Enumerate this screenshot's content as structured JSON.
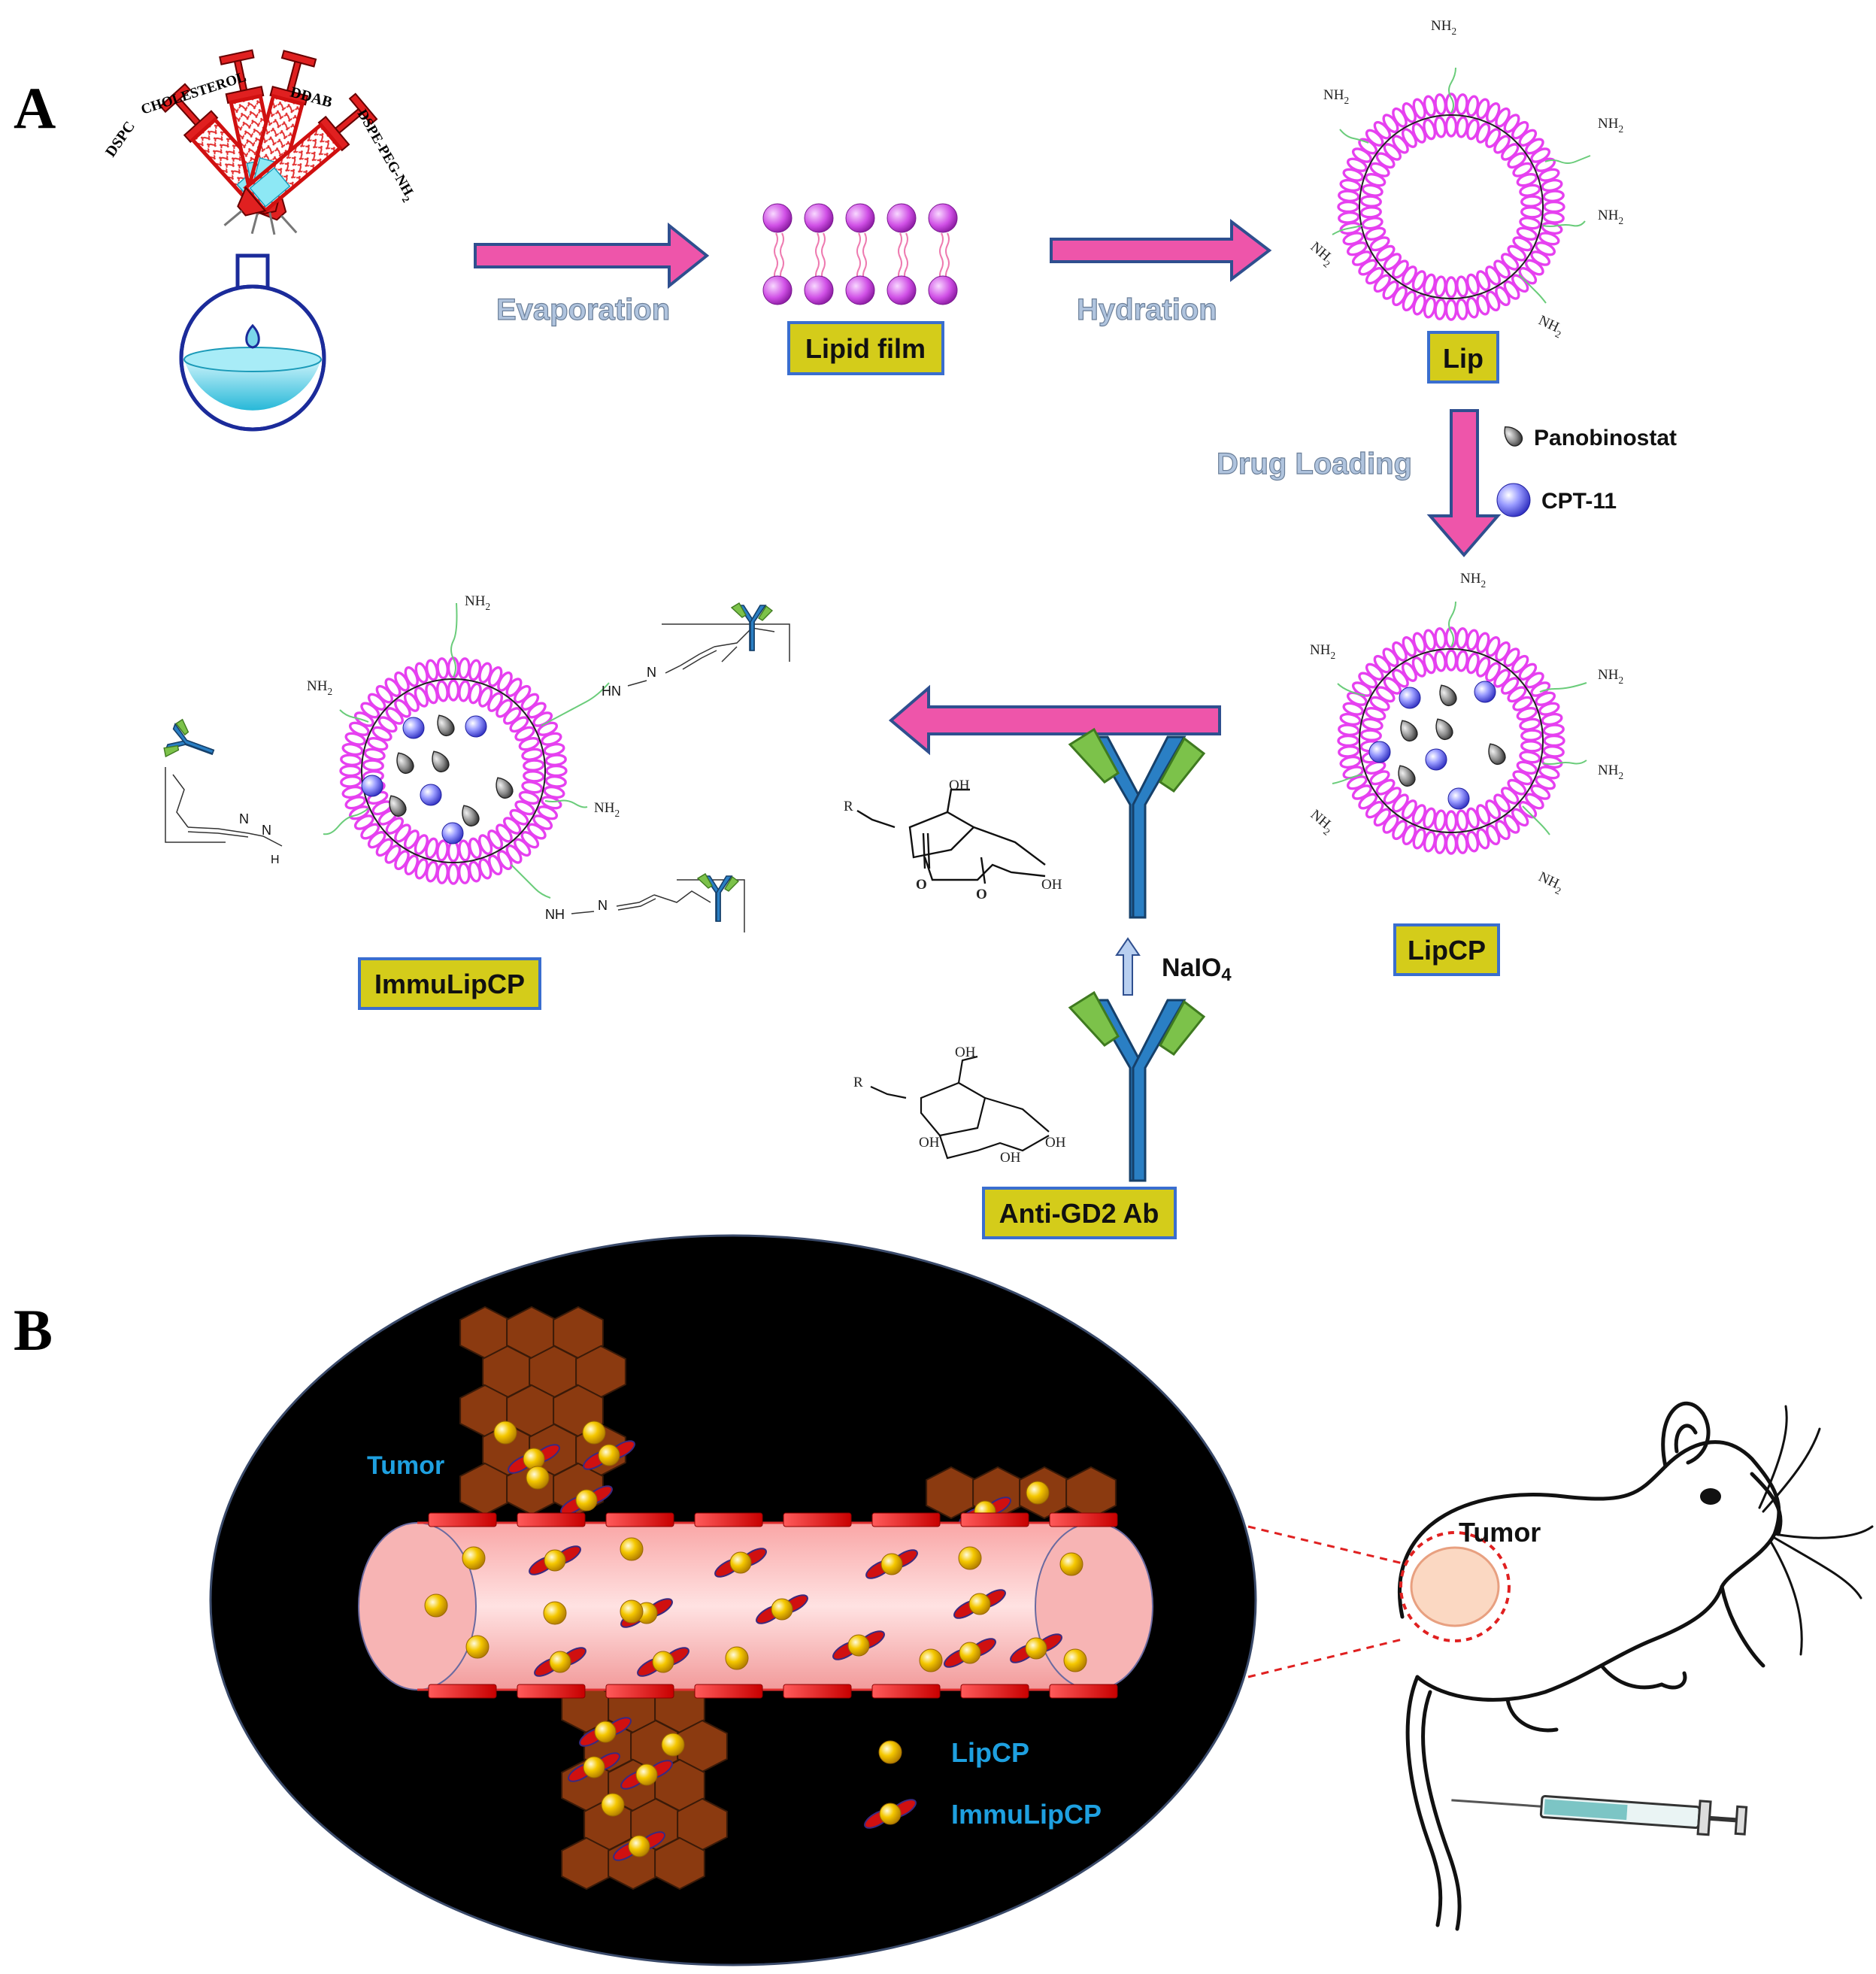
{
  "panels": {
    "a_label": "A",
    "b_label": "B"
  },
  "lipids": [
    "DSPC",
    "CHOLESTEROL",
    "DDAB",
    "DSPE-PEG-NH2"
  ],
  "steps": {
    "evaporation": "Evaporation",
    "hydration": "Hydration",
    "drug_loading": "Drug Loading",
    "periodate": "NaIO4"
  },
  "labels": {
    "lipid_film": "Lipid film",
    "lip": "Lip",
    "lipcp": "LipCP",
    "immulipcp": "ImmuLipCP",
    "anti_gd2": "Anti-GD2 Ab"
  },
  "drugs": {
    "panobinostat": "Panobinostat",
    "cpt11": "CPT-11"
  },
  "chem": {
    "amine": "NH2",
    "hydrazone_hn": "HN",
    "hydrazone_n": "N",
    "hydrazone_h": "H",
    "nh": "NH",
    "hydroxyl": "OH",
    "oxygen": "O",
    "r_group": "R"
  },
  "panel_b": {
    "tumor": "Tumor",
    "legend_lipcp": "LipCP",
    "legend_immulipcp": "ImmuLipCP",
    "mouse_tumor": "Tumor"
  },
  "colors": {
    "arrow_fill": "#ee55aa",
    "arrow_stroke": "#2f4f8f",
    "label_box_fill": "#d4cc1a",
    "label_box_stroke": "#3a6ecf",
    "lipid_head": "#dd33ee",
    "cpt11_sphere": "#6a6aee",
    "panobinostat": "#888888",
    "antibody_heavy": "#2a7fc4",
    "antibody_light": "#7cc24a",
    "tumor_cell": "#8b3a10",
    "vessel_wall": "#ee2222",
    "lipcp_particle": "#f2c200",
    "immuno_ellipse": "#cc1111",
    "legend_text": "#1ea0e0"
  }
}
